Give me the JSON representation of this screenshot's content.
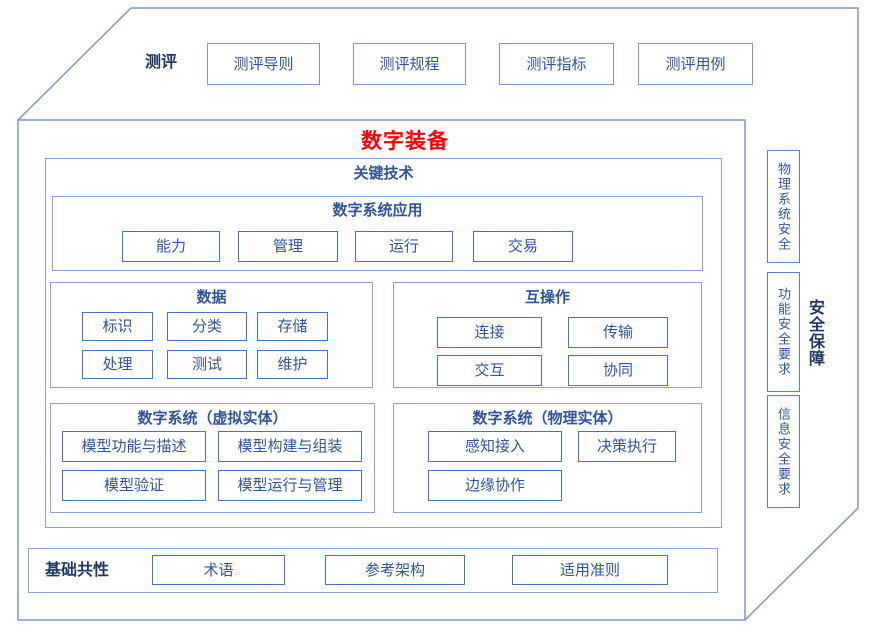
{
  "colors": {
    "outline": "#7e96c8",
    "container_border": "#8ca2d0",
    "leaf_border": "#4472c4",
    "text_blue": "#2f5597",
    "text_navy": "#1f3864",
    "title_red": "#ff0000"
  },
  "top_face": {
    "label": "测评",
    "items": [
      "测评导则",
      "测评规程",
      "测评指标",
      "测评用例"
    ]
  },
  "front_face": {
    "title": "数字装备",
    "key_tech_label": "关键技术",
    "app": {
      "label": "数字系统应用",
      "items": [
        "能力",
        "管理",
        "运行",
        "交易"
      ]
    },
    "data": {
      "label": "数据",
      "items": [
        "标识",
        "分类",
        "存储",
        "处理",
        "测试",
        "维护"
      ]
    },
    "interop": {
      "label": "互操作",
      "items": [
        "连接",
        "传输",
        "交互",
        "协同"
      ]
    },
    "virtual": {
      "label": "数字系统（虚拟实体）",
      "items": [
        "模型功能与描述",
        "模型构建与组装",
        "模型验证",
        "模型运行与管理"
      ]
    },
    "physical": {
      "label": "数字系统（物理实体）",
      "items": [
        "感知接入",
        "决策执行",
        "边缘协作"
      ]
    },
    "base": {
      "label": "基础共性",
      "items": [
        "术语",
        "参考架构",
        "适用准则"
      ]
    }
  },
  "right_face": {
    "label": "安全保障",
    "items": [
      "物理系统安全",
      "功能安全要求",
      "信息安全要求"
    ]
  }
}
